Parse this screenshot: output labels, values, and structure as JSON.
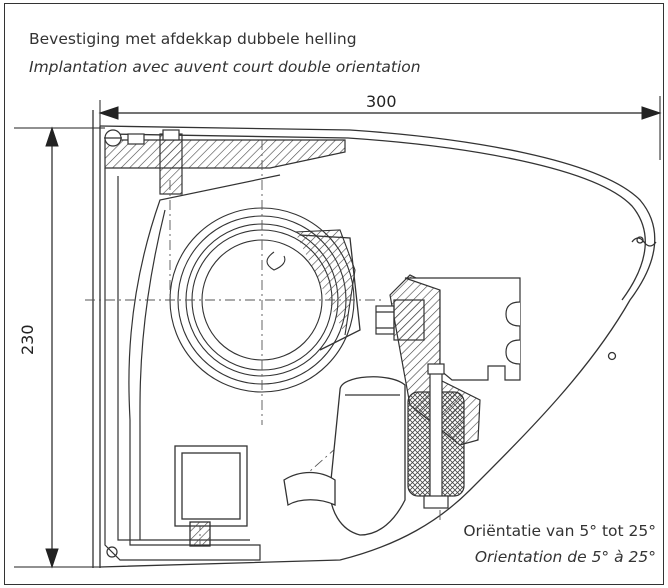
{
  "header": {
    "title_nl": "Bevestiging met afdekkap dubbele helling",
    "title_fr": "Implantation avec auvent court double orientation"
  },
  "dimensions": {
    "width": "300",
    "height": "230"
  },
  "notes": {
    "orientation_nl": "Oriëntatie van 5° tot 25°",
    "orientation_fr": "Orientation de 5° à 25°"
  },
  "colors": {
    "line": "#333333",
    "hatch": "#444444"
  }
}
